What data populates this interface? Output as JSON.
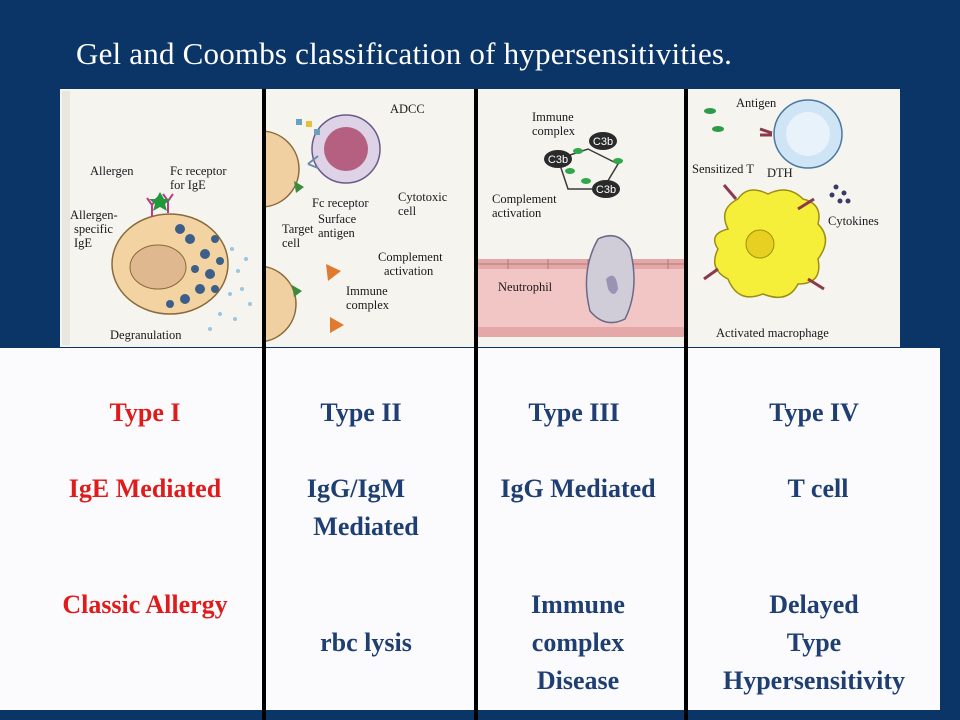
{
  "title": "Gel and Coombs classification of hypersensitivities.",
  "colors": {
    "background": "#0b3566",
    "type1_text": "#e01b1b",
    "other_text": "#1f3f73",
    "table_bg": "#fbfbfd"
  },
  "illustrations": {
    "type1": {
      "labels": [
        "Allergen",
        "Fc receptor",
        "for IgE",
        "Allergen-",
        "specific",
        "IgE",
        "Degranulation"
      ]
    },
    "type2": {
      "labels": [
        "ADCC",
        "Fc receptor",
        "Cytotoxic",
        "cell",
        "Surface",
        "antigen",
        "Target",
        "cell",
        "Complement",
        "activation",
        "Immune",
        "complex"
      ]
    },
    "type3": {
      "labels": [
        "Immune",
        "complex",
        "C3b",
        "C3b",
        "C3b",
        "Complement",
        "activation",
        "Neutrophil"
      ]
    },
    "type4": {
      "labels": [
        "Antigen",
        "Sensitized T",
        "DTH",
        "Cytokines",
        "Activated macrophage"
      ]
    }
  },
  "columns": [
    {
      "type": "Type I",
      "mediator": [
        "IgE Mediated"
      ],
      "example": [
        "Classic Allergy"
      ]
    },
    {
      "type": "Type II",
      "mediator": [
        "IgG/IgM",
        "Mediated"
      ],
      "example": [
        "rbc lysis"
      ]
    },
    {
      "type": "Type III",
      "mediator": [
        "IgG Mediated"
      ],
      "example": [
        "Immune",
        "complex",
        "Disease"
      ]
    },
    {
      "type": "Type IV",
      "mediator": [
        "T cell"
      ],
      "example": [
        "Delayed",
        "Type",
        "Hypersensitivity"
      ]
    }
  ]
}
